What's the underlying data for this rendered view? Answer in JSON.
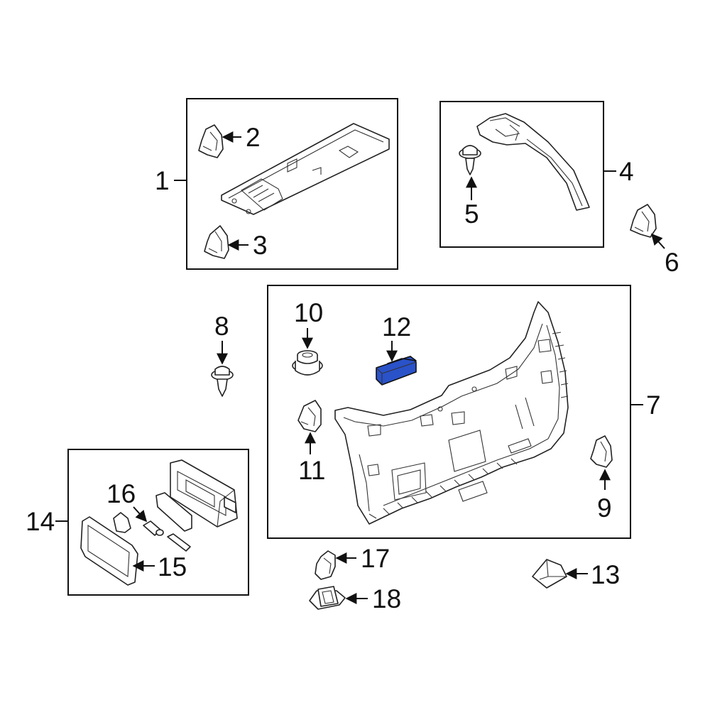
{
  "diagram": {
    "highlight_color": "#2a52c9",
    "callouts": {
      "c1": "1",
      "c2": "2",
      "c3": "3",
      "c4": "4",
      "c5": "5",
      "c6": "6",
      "c7": "7",
      "c8": "8",
      "c9": "9",
      "c10": "10",
      "c11": "11",
      "c12": "12",
      "c13": "13",
      "c14": "14",
      "c15": "15",
      "c16": "16",
      "c17": "17",
      "c18": "18"
    }
  }
}
